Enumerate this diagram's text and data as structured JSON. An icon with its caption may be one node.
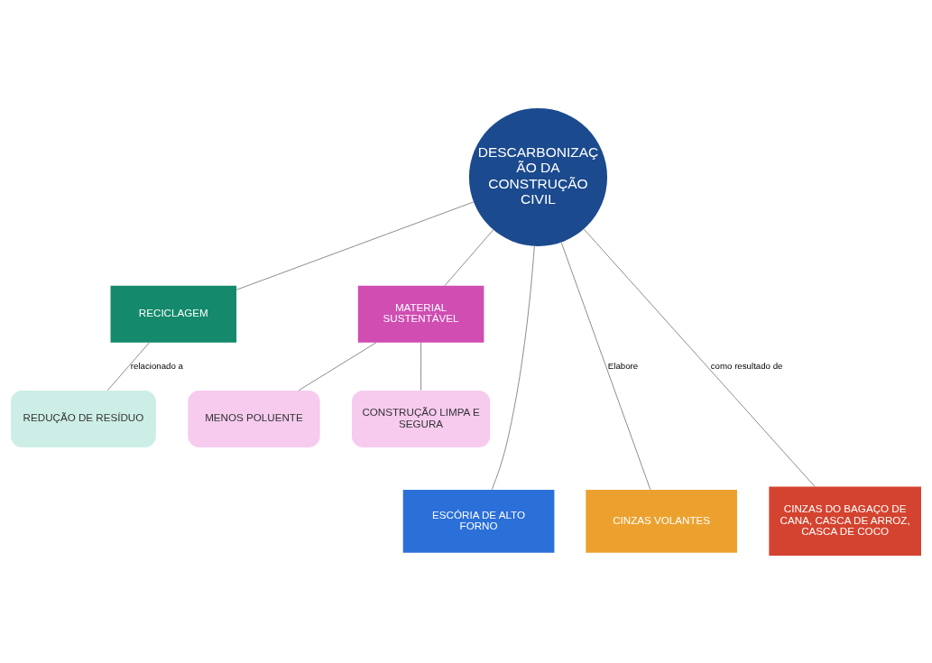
{
  "diagram": {
    "nodes": [
      {
        "text": [
          "DESCARBONIZAÇÃO DA CONSTRUÇÃO CIVIL"
        ]
      },
      {
        "text": [
          "RECICLAGEM"
        ]
      },
      {
        "text": [
          "MATERIAL SUSTENTÁVEL"
        ]
      },
      {
        "text": [
          "REDUÇÃO DE RESÍDUO"
        ]
      },
      {
        "text": [
          "MENOS POLUENTE"
        ]
      },
      {
        "text": [
          "CONSTRUÇÃO LIMPA E SEGURA"
        ]
      },
      {
        "text": [
          "ESCÓRIA DE ALTO FORNO"
        ]
      },
      {
        "text": [
          "CINZAS VOLANTES"
        ]
      },
      {
        "text": [
          "CINZAS DO BAGAÇO DE CANA, CASCA DE ARROZ, CASCA DE COCO"
        ]
      }
    ],
    "edges": [
      {
        "from": 0,
        "to": 1,
        "arrow": "none"
      },
      {
        "from": 0,
        "to": 2,
        "arrow": "none"
      },
      {
        "from": 0,
        "to": 6,
        "arrow": "none"
      },
      {
        "from": 0,
        "to": 7,
        "arrow": "none",
        "label": "Elabore"
      },
      {
        "from": 0,
        "to": 8,
        "arrow": "none",
        "label": "como resultado de"
      },
      {
        "from": 1,
        "to": 3,
        "arrow": "none",
        "label": "relacionado a"
      },
      {
        "from": 2,
        "to": 4,
        "arrow": "none"
      },
      {
        "from": 2,
        "to": 5,
        "arrow": "none"
      }
    ]
  }
}
